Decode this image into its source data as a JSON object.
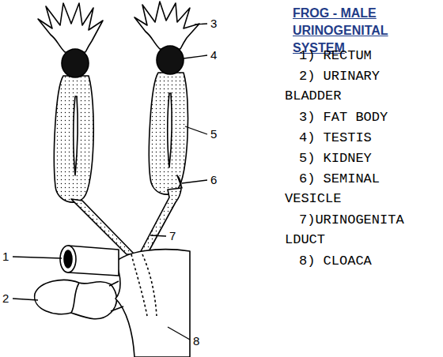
{
  "diagram": {
    "title": "FROG - MALE URINOGENITAL SYSTEM",
    "labels": [
      "1) RECTUM",
      "2) URINARY BLADDER",
      "3) FAT BODY",
      "4) TESTIS",
      "5) KIDNEY",
      "6) SEMINAL VESICLE",
      "7)URINOGENITA LDUCT",
      "8) CLOACA",
      "1",
      "2",
      "3",
      "4",
      "5",
      "6",
      "7",
      "8"
    ]
  }
}
